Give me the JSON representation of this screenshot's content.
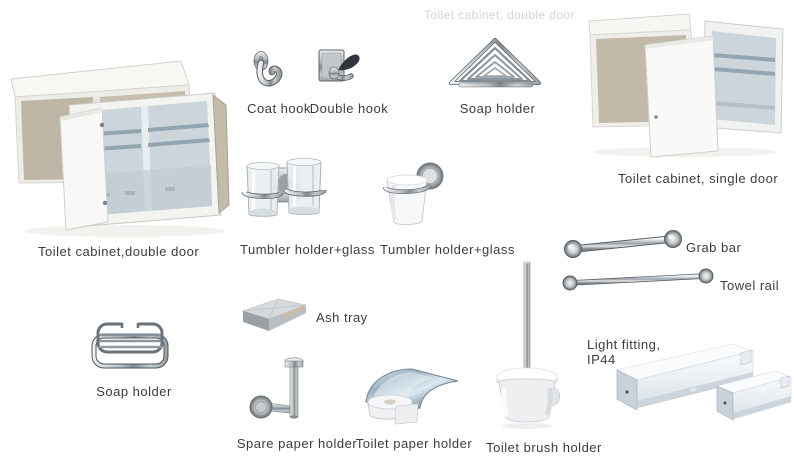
{
  "page": {
    "background": "#ffffff",
    "type": "product-catalog-collage"
  },
  "colors": {
    "label_text": "#3c3c3c",
    "chrome": "#b4babe",
    "cabinet_panel": "#c0b9a8",
    "cabinet_interior": "#ccd5db",
    "dark_hook": "#2f343d",
    "light_fixture": "#e8edf2"
  },
  "watermark": {
    "text": "Toilet cabinet, double door"
  },
  "products": [
    {
      "id": "toilet-cabinet-double",
      "label": "Toilet cabinet,double door"
    },
    {
      "id": "coat-hook",
      "label": "Coat hook"
    },
    {
      "id": "double-hook",
      "label": "Double hook"
    },
    {
      "id": "soap-holder-corner",
      "label": "Soap holder"
    },
    {
      "id": "toilet-cabinet-single",
      "label": "Toilet cabinet, single door"
    },
    {
      "id": "tumbler-holder-double",
      "label": "Tumbler holder+glass"
    },
    {
      "id": "tumbler-holder-single",
      "label": "Tumbler holder+glass"
    },
    {
      "id": "grab-bar",
      "label": "Grab bar"
    },
    {
      "id": "towel-rail",
      "label": "Towel rail"
    },
    {
      "id": "soap-holder-rect",
      "label": "Soap holder"
    },
    {
      "id": "ash-tray",
      "label": "Ash tray"
    },
    {
      "id": "spare-paper-holder",
      "label": "Spare paper holder"
    },
    {
      "id": "toilet-paper-holder",
      "label": "Toilet paper holder"
    },
    {
      "id": "toilet-brush-holder",
      "label": "Toilet brush holder"
    },
    {
      "id": "light-fitting",
      "label_lines": [
        "Light fitting,",
        "IP44"
      ]
    }
  ]
}
